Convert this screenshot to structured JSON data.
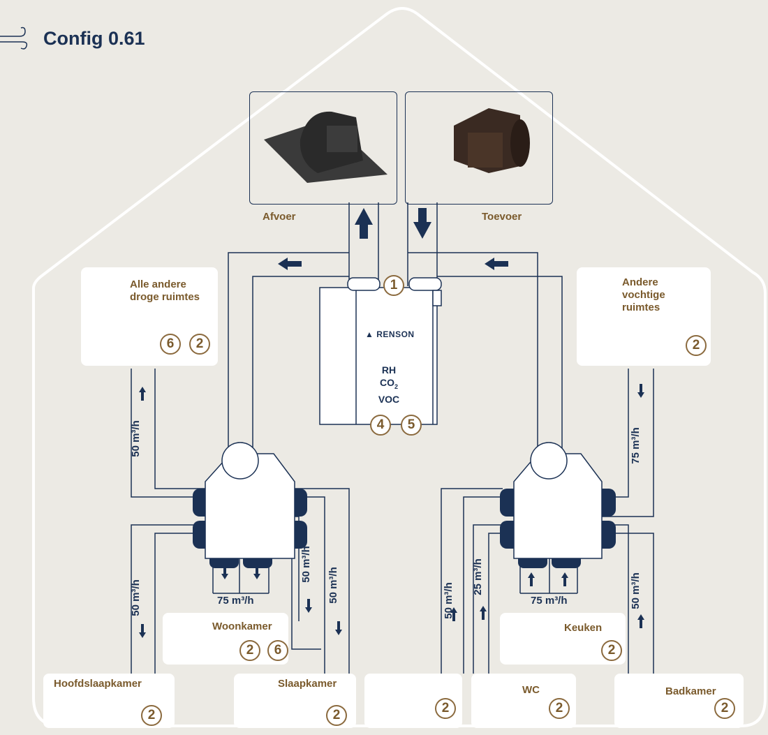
{
  "title": "Config 0.61",
  "outlets": {
    "exhaust_label": "Afvoer",
    "supply_label": "Toevoer"
  },
  "unit": {
    "brand": "RENSON",
    "sensors": [
      "RH",
      "CO",
      "VOC"
    ],
    "co_subscript": "2",
    "badge_top": "1",
    "badge_bottom_left": "4",
    "badge_bottom_right": "5"
  },
  "rooms": {
    "dry_other": {
      "label": "Alle andere droge ruimtes",
      "badges": [
        "6",
        "2"
      ]
    },
    "wet_other": {
      "label": "Andere vochtige ruimtes",
      "badges": [
        "2"
      ]
    },
    "master_bedroom": {
      "label": "Hoofdslaapkamer",
      "badges": [
        "2"
      ]
    },
    "living_room": {
      "label": "Woonkamer",
      "badges": [
        "2",
        "6"
      ]
    },
    "bedroom": {
      "label": "Slaapkamer",
      "badges": [
        "2"
      ]
    },
    "laundry": {
      "label": "",
      "badges": [
        "2"
      ]
    },
    "wc": {
      "label": "WC",
      "badges": [
        "2"
      ]
    },
    "kitchen": {
      "label": "Keuken",
      "badges": [
        "2"
      ]
    },
    "bathroom": {
      "label": "Badkamer",
      "badges": [
        "2"
      ]
    }
  },
  "flows": {
    "dry_other": "50 m³/h",
    "master_bedroom": "50 m³/h",
    "living_room_bottom": "75 m³/h",
    "living_room_side": "50 m³/h",
    "bedroom": "50 m³/h",
    "wet_other": "75 m³/h",
    "laundry": "50 m³/h",
    "wc": "25 m³/h",
    "kitchen_bottom": "75 m³/h",
    "bathroom": "50 m³/h"
  },
  "colors": {
    "navy": "#1b3154",
    "gold": "#7a5a2c",
    "background": "#eceae4"
  }
}
